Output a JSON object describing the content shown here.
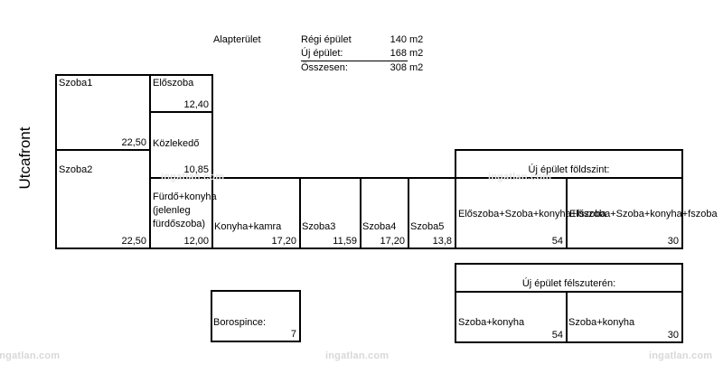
{
  "street_label": "Utcafront",
  "area_header": "Alapterület",
  "summary": [
    {
      "label": "Régi épület",
      "value": "140",
      "unit": "m2"
    },
    {
      "label": "Új épület:",
      "value": "168",
      "unit": "m2"
    },
    {
      "label": "Összesen:",
      "value": "308",
      "unit": "m2"
    }
  ],
  "rooms": {
    "szoba1": {
      "name": "Szoba1",
      "area": "22,50"
    },
    "eloszoba": {
      "name": "Előszoba",
      "area": "12,40"
    },
    "kozlekedo": {
      "name": "Közlekedő",
      "area": "10,85"
    },
    "szoba2": {
      "name": "Szoba2",
      "area": "22,50"
    },
    "furdo": {
      "name": "Fürdő+konyha (jelenleg fürdőszoba)",
      "area": "12,00"
    },
    "konyha_kamra": {
      "name": "Konyha+kamra",
      "area": "17,20"
    },
    "szoba3": {
      "name": "Szoba3",
      "area": "11,59"
    },
    "szoba4": {
      "name": "Szoba4",
      "area": "17,20"
    },
    "szoba5": {
      "name": "Szoba5",
      "area": "13,8"
    },
    "borospince": {
      "name": "Borospince:",
      "area": "7"
    }
  },
  "new_ground": {
    "title": "Új épület földszint:",
    "units": [
      {
        "name": "Előszoba+Szoba+konyha+fszoba",
        "area": "54"
      },
      {
        "name": "Előszoba+Szoba+konyha+fszoba",
        "area": "30"
      }
    ]
  },
  "new_basement": {
    "title": "Új épület félszuterén:",
    "units": [
      {
        "name": "Szoba+konyha",
        "area": "54"
      },
      {
        "name": "Szoba+konyha",
        "area": "30"
      }
    ]
  },
  "watermark": "ingatlan.com"
}
